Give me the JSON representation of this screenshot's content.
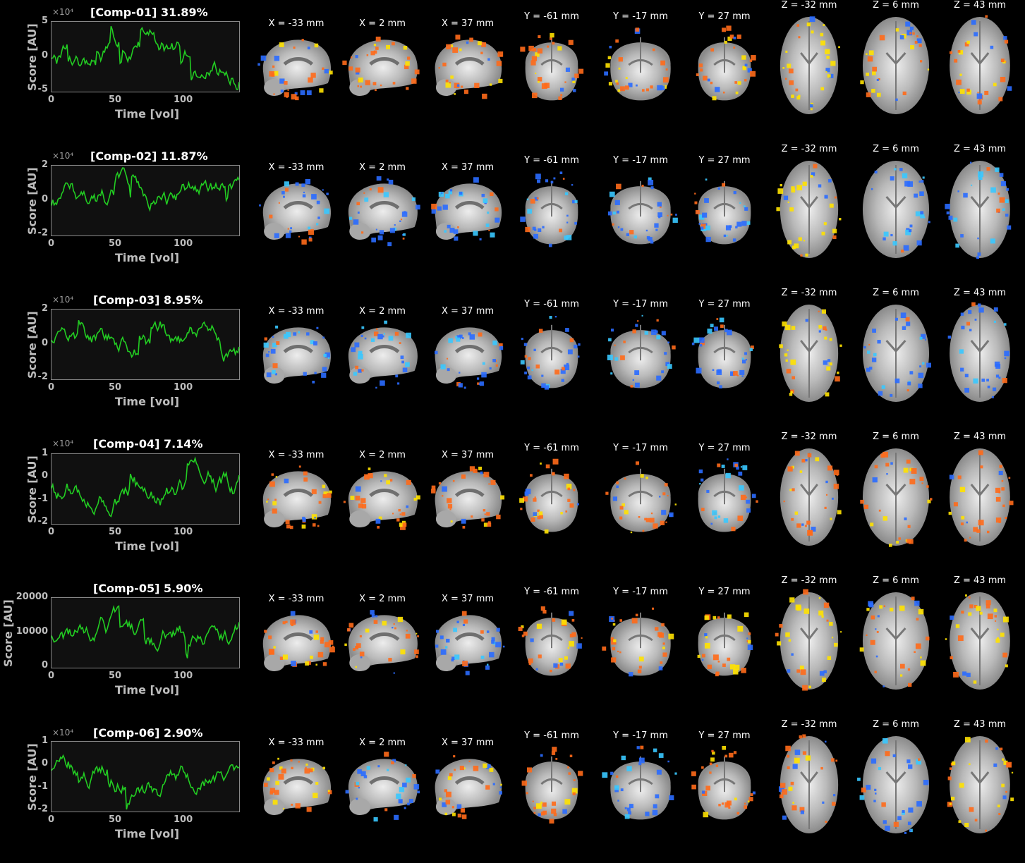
{
  "components": [
    {
      "title": "[Comp-01] 31.89%",
      "exponent": "×10⁴",
      "ylabel": "Score [AU]",
      "xlabel": "Time [vol]",
      "yticks": [
        "5",
        "0",
        "-5"
      ],
      "xticks": [
        "0",
        "50",
        "100"
      ],
      "scheme": [
        "orange",
        "orange",
        "orange",
        "orange",
        "orange",
        "orange",
        "yellow",
        "orange",
        "orange"
      ]
    },
    {
      "title": "[Comp-02] 11.87%",
      "exponent": "×10⁴",
      "ylabel": "Score [AU]",
      "xlabel": "Time [vol]",
      "yticks": [
        "2",
        "0",
        "-2"
      ],
      "xticks": [
        "0",
        "50",
        "100"
      ],
      "scheme": [
        "blue",
        "blue",
        "blue",
        "blue",
        "blue",
        "blue",
        "yellow",
        "blue",
        "blue"
      ]
    },
    {
      "title": "[Comp-03] 8.95%",
      "exponent": "×10⁴",
      "ylabel": "Score [AU]",
      "xlabel": "Time [vol]",
      "yticks": [
        "2",
        "0",
        "-2"
      ],
      "xticks": [
        "0",
        "50",
        "100"
      ],
      "scheme": [
        "blue",
        "blue",
        "blue",
        "blue",
        "blue",
        "blue",
        "yellow",
        "blue",
        "blue"
      ]
    },
    {
      "title": "[Comp-04] 7.14%",
      "exponent": "×10⁴",
      "ylabel": "Score [AU]",
      "xlabel": "Time [vol]",
      "yticks": [
        "1",
        "0",
        "-1",
        "-2"
      ],
      "xticks": [
        "0",
        "50",
        "100"
      ],
      "scheme": [
        "orange",
        "orange",
        "orange",
        "orange",
        "orange",
        "blue",
        "orange",
        "orange",
        "orange"
      ]
    },
    {
      "title": "[Comp-05] 5.90%",
      "exponent": "",
      "ylabel": "Score [AU]",
      "xlabel": "Time [vol]",
      "yticks": [
        "20000",
        "10000",
        "0"
      ],
      "xticks": [
        "0",
        "50",
        "100"
      ],
      "scheme": [
        "orange",
        "orange",
        "blue",
        "orange",
        "orange",
        "orange",
        "yellow",
        "orange",
        "orange"
      ]
    },
    {
      "title": "[Comp-06] 2.90%",
      "exponent": "×10⁴",
      "ylabel": "Score [AU]",
      "xlabel": "Time [vol]",
      "yticks": [
        "1",
        "0",
        "-1",
        "-2"
      ],
      "xticks": [
        "0",
        "50",
        "100"
      ],
      "scheme": [
        "orange",
        "blue",
        "orange",
        "orange",
        "blue",
        "orange",
        "orange",
        "blue",
        "orange"
      ]
    }
  ],
  "slices": [
    "X = -33 mm",
    "X = 2 mm",
    "X = 37 mm",
    "Y = -61 mm",
    "Y = -17 mm",
    "Y = 27 mm",
    "Z = -32 mm",
    "Z = 6 mm",
    "Z = 43 mm"
  ],
  "colors": {
    "trace": "#22cc22",
    "orange": "#ff6a1a",
    "yellow": "#ffe200",
    "blue": "#2a6cff",
    "cyan": "#38c8ff"
  }
}
